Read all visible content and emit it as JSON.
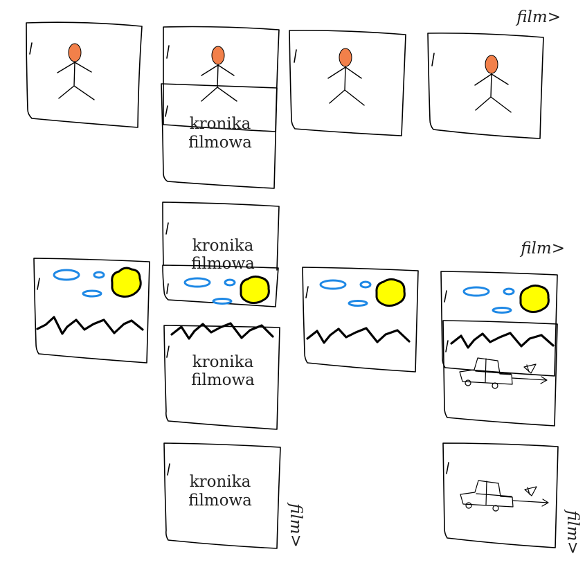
{
  "labels": {
    "newsreel_line1": "kronika",
    "newsreel_line2": "filmowa",
    "film_tag": "film>"
  },
  "colors": {
    "head": "#F2804A",
    "sun": "#FFFF00",
    "cloud": "#1E88E5",
    "ink": "#000000"
  },
  "icons": {
    "person": "stick-figure-icon",
    "sun": "sun-icon",
    "cloud": "cloud-icon",
    "mountains": "mountains-icon",
    "car": "car-icon"
  }
}
